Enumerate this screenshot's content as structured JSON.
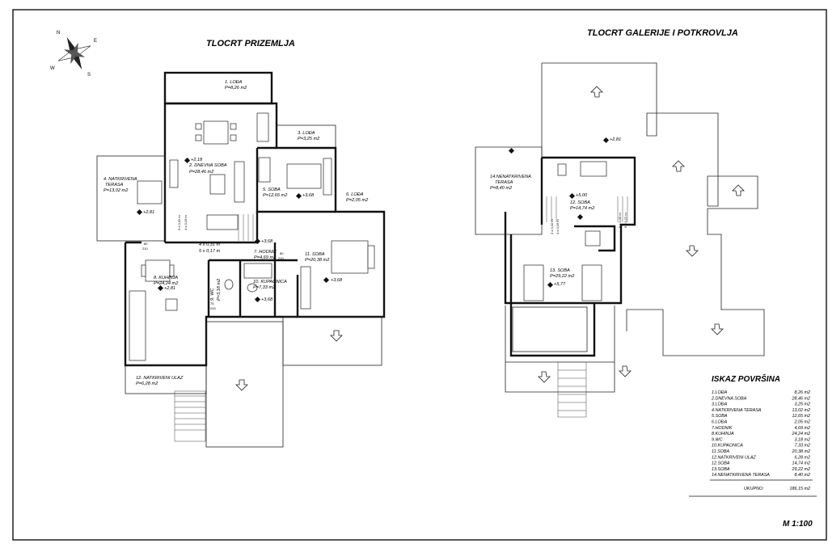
{
  "titles": {
    "ground_floor": "TLOCRT PRIZEMLJA",
    "upper_floor": "TLOCRT GALERIJE I POTKROVLJA"
  },
  "compass": {
    "n": "N",
    "e": "E",
    "s": "S",
    "w": "W"
  },
  "scale": "M 1:100",
  "ground_rooms": {
    "r1_name": "1. LOĐA",
    "r1_area": "P=8,26 m2",
    "r2_name": "2. DNEVNA SOBA",
    "r2_area": "P=28,46 m2",
    "r3_name": "3. LOĐA",
    "r3_area": "P=3,25 m2",
    "r4_name": "4. NATKRIVENA",
    "r4_name2": "TERASA",
    "r4_area": "P=13,02 m2",
    "r5_name": "5. SOBA",
    "r5_area": "P=12,65 m2",
    "r6_name": "6. LOĐA",
    "r6_area": "P=2,05 m2",
    "r7_name": "7. HODNIK",
    "r7_area": "P=4,69 m2",
    "r8_name": "8. KUHINJA",
    "r8_area": "P=24,24 m2",
    "r9_name": "9. WC",
    "r9_area": "P=3,18 m2",
    "r10_name": "10. KUPAONICA",
    "r10_area": "P=7,33 m2",
    "r11_name": "11. SOBA",
    "r11_area": "P=20,38 m2",
    "r12_name": "12. NATKRIVENI ULAZ",
    "r12_area": "P=6,28 m2"
  },
  "upper_rooms": {
    "r12_name": "12. SOBA",
    "r12_area": "P=14,74 m2",
    "r13_name": "13. SOBA",
    "r13_area": "P=29,22 m2",
    "r14_name": "14.NENATKRIVENA",
    "r14_name2": "TERASA",
    "r14_area": "P=8,40 m2"
  },
  "levels": {
    "g1": "+2,18",
    "g2": "+2,81",
    "g3": "+2,81",
    "g4": "+3,68",
    "g5": "+3,68",
    "g6": "+3,68",
    "g7": "+3,68",
    "u1": "+2,81",
    "u2": "+5,00",
    "u3": "+5,77"
  },
  "notes": {
    "win_a": "4 x 0,31 m",
    "win_b": "5 x 0,17 m",
    "stair_a": "3 x 0,32 m",
    "stair_b": "4 x 0,16 m",
    "d80a": "80",
    "d210a": "210",
    "d80b": "80",
    "d210b": "210",
    "d75": "75",
    "d200": "200",
    "ustair_a": "3 x 0,32 m",
    "ustair_b": "4 x 0,16 m",
    "ustair_c": "5 x 0,30 m",
    "ustair_d": "6 x 0,22 m"
  },
  "summary": {
    "title": "ISKAZ POVRŠINA",
    "rows": [
      {
        "name": "1.LOĐA",
        "area": "8,26 m2"
      },
      {
        "name": "2.DNEVNA SOBA",
        "area": "28,46 m2"
      },
      {
        "name": "3.LOĐA",
        "area": "3,25 m2"
      },
      {
        "name": "4.NATKRIVENA TERASA",
        "area": "13,02 m2"
      },
      {
        "name": "5.SOBA",
        "area": "12,65 m2"
      },
      {
        "name": "6.LOĐA",
        "area": "2,05 m2"
      },
      {
        "name": "7.HODNIK",
        "area": "4,69 m2"
      },
      {
        "name": "8.KUHINJA",
        "area": "24,24 m2"
      },
      {
        "name": "9.WC",
        "area": "3,18 m2"
      },
      {
        "name": "10.KUPAONICA",
        "area": "7,33 m2"
      },
      {
        "name": "11.SOBA",
        "area": "20,38 m2"
      },
      {
        "name": "12.NATKRIVENI ULAZ",
        "area": "6,28 m2"
      },
      {
        "name": "12.SOBA",
        "area": "14,74 m2"
      },
      {
        "name": "13.SOBA",
        "area": "29,22 m2"
      },
      {
        "name": "14.NENATKRIVENA TERASA",
        "area": "8,40 m2"
      }
    ],
    "total_label": "UKUPNO:",
    "total_value": "186,15 m2"
  }
}
